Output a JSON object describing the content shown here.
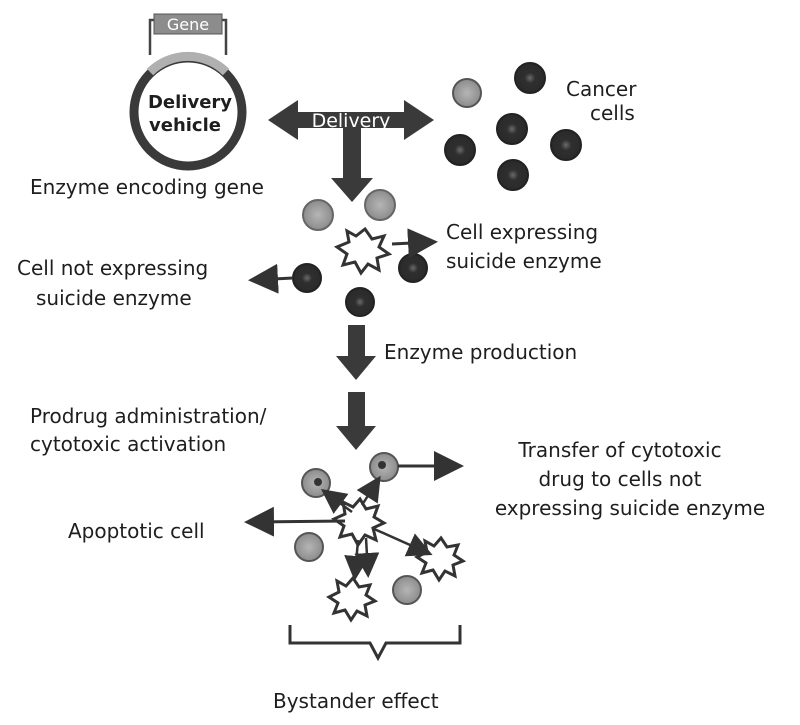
{
  "diagram": {
    "gene_label": "Gene",
    "vehicle_label_line1": "Delivery",
    "vehicle_label_line2": "vehicle",
    "delivery_arrow_label": "Delivery",
    "cancer_cells_line1": "Cancer",
    "cancer_cells_line2": "cells",
    "enzyme_gene_label": "Enzyme encoding gene",
    "cell_expressing_line1": "Cell expressing",
    "cell_expressing_line2": "suicide enzyme",
    "cell_not_expressing_line1": "Cell not expressing",
    "cell_not_expressing_line2": "suicide enzyme",
    "enzyme_production_label": "Enzyme production",
    "prodrug_line1": "Prodrug administration/",
    "prodrug_line2": "cytotoxic activation",
    "transfer_line1": "Transfer of cytotoxic",
    "transfer_line2": "drug to cells not",
    "transfer_line3": "expressing suicide enzyme",
    "apoptotic_label": "Apoptotic cell",
    "bystander_label": "Bystander effect"
  },
  "colors": {
    "dark_cell": "#3a3a3a",
    "light_cell": "#9a9a9a",
    "arrow": "#333333",
    "text": "#1e1e1e"
  }
}
